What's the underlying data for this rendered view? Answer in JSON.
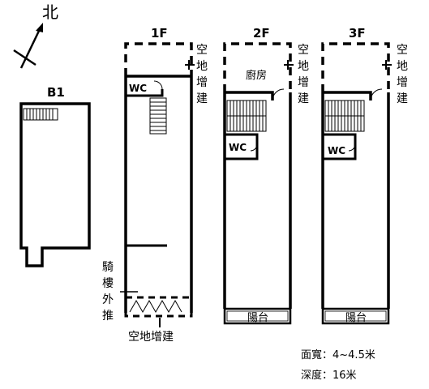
{
  "compass": {
    "label": "北"
  },
  "floors": {
    "b1": {
      "label": "B1"
    },
    "f1": {
      "label": "1F",
      "wc": "WC",
      "addition_right": [
        "空",
        "地",
        "增",
        "建"
      ],
      "addition_bottom": "空地增建",
      "arcade": [
        "騎",
        "樓",
        "外",
        "推"
      ]
    },
    "f2": {
      "label": "2F",
      "kitchen": "廚房",
      "addition_right": [
        "空",
        "地",
        "增",
        "建"
      ],
      "wc": "WC",
      "balcony": "陽台"
    },
    "f3": {
      "label": "3F",
      "addition_right": [
        "空",
        "地",
        "增",
        "建"
      ],
      "wc": "WC",
      "balcony": "陽台"
    }
  },
  "dimensions": {
    "frontage": "面寬：4~4.5米",
    "depth": "深度：16米"
  }
}
